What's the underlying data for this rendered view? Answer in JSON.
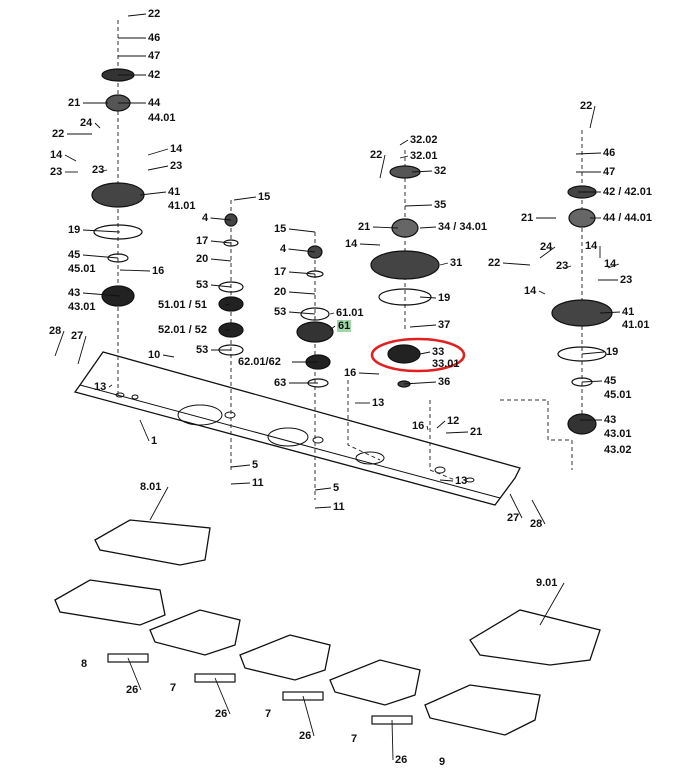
{
  "diagram": {
    "type": "exploded parts diagram",
    "highlight_color": "#e02020",
    "marker_color": "#9fd8a8",
    "highlighted_part": "33",
    "marked_label": "61",
    "labels": [
      "22",
      "46",
      "47",
      "42",
      "21",
      "44",
      "44.01",
      "24",
      "22",
      "14",
      "14",
      "23",
      "23",
      "23",
      "41",
      "41.01",
      "19",
      "45",
      "45.01",
      "16",
      "43",
      "43.01",
      "28",
      "27",
      "10",
      "13",
      "1",
      "15",
      "4",
      "17",
      "20",
      "53",
      "51.01 / 51",
      "52.01 / 52",
      "53",
      "5",
      "11",
      "15",
      "4",
      "17",
      "20",
      "53",
      "61.01",
      "61",
      "62.01/62",
      "63",
      "5",
      "11",
      "32.02",
      "32.01",
      "22",
      "32",
      "35",
      "21",
      "34 / 34.01",
      "14",
      "31",
      "19",
      "37",
      "33",
      "33.01",
      "16",
      "36",
      "13",
      "16",
      "12",
      "21",
      "13",
      "27",
      "28",
      "22",
      "46",
      "47",
      "42 / 42.01",
      "21",
      "44 / 44.01",
      "24",
      "14",
      "23",
      "14",
      "23",
      "22",
      "14",
      "41",
      "41.01",
      "19",
      "45",
      "45.01",
      "43",
      "43.01",
      "43.02",
      "8.01",
      "9.01",
      "8",
      "7",
      "26",
      "26",
      "7",
      "26",
      "7",
      "26",
      "9"
    ]
  }
}
